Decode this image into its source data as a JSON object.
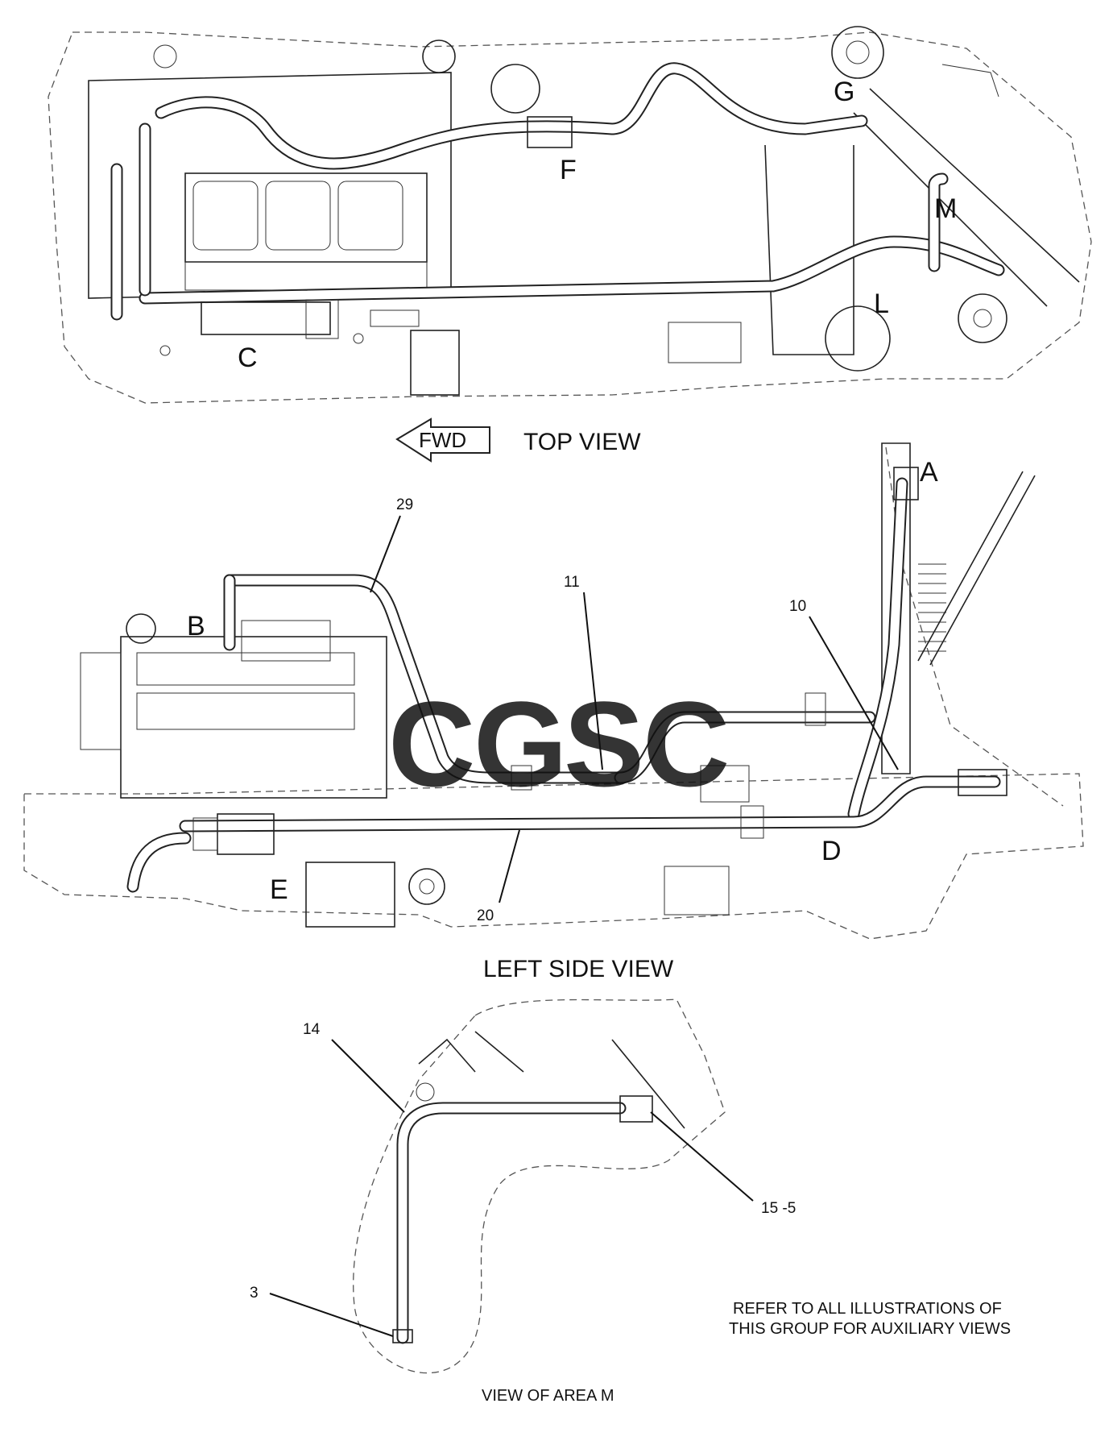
{
  "callout_letters": {
    "G": "G",
    "F": "F",
    "M": "M",
    "L": "L",
    "C": "C",
    "A": "A",
    "B": "B",
    "D": "D",
    "E": "E"
  },
  "top_view": {
    "fwd_label": "FWD",
    "title": "TOP VIEW"
  },
  "left_side_view": {
    "title": "LEFT SIDE VIEW",
    "part_numbers": {
      "p29": "29",
      "p11": "11",
      "p10": "10",
      "p20": "20"
    }
  },
  "area_m_view": {
    "title": "VIEW OF AREA M",
    "part_numbers": {
      "p14": "14",
      "p15": "15 -5",
      "p3": "3"
    }
  },
  "note": {
    "line1": "REFER TO ALL ILLUSTRATIONS OF",
    "line2": "THIS GROUP FOR AUXILIARY VIEWS"
  },
  "watermark": {
    "text": "CGSC",
    "colors": [
      "#5b8ff0",
      "#f07f7f",
      "#f5d55a",
      "#5fb88a"
    ]
  }
}
